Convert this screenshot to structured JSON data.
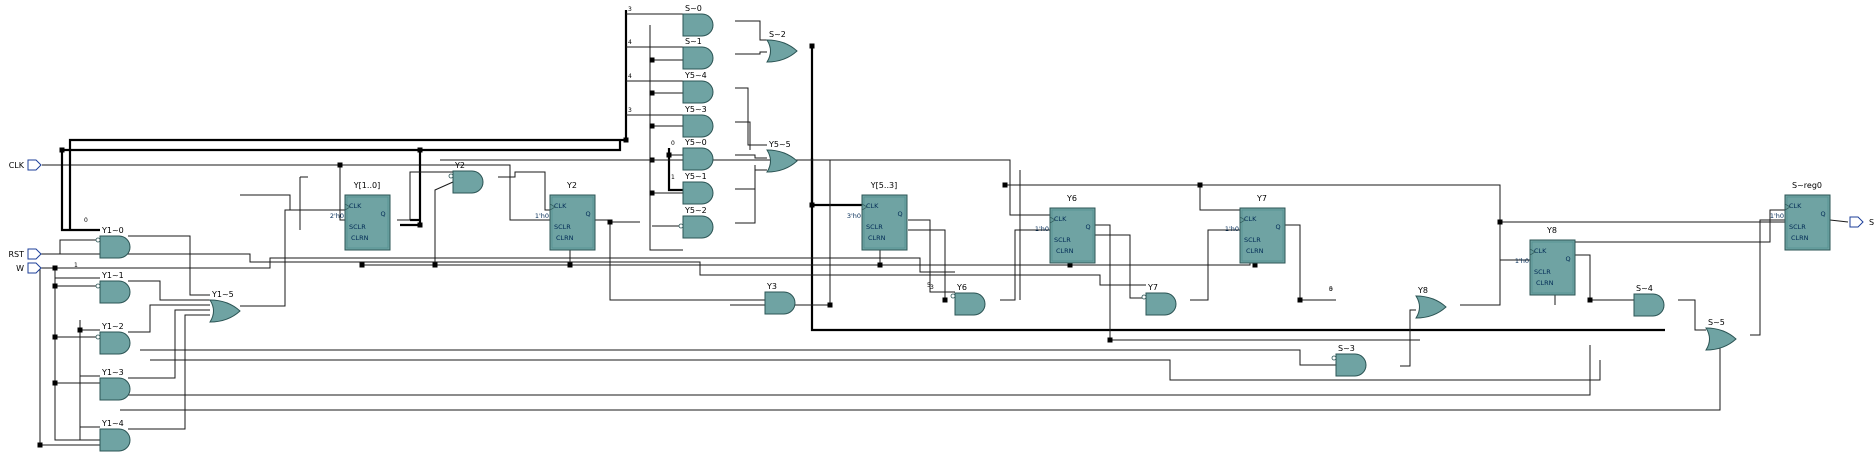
{
  "ports": {
    "inputs": [
      {
        "name": "CLK"
      },
      {
        "name": "RST"
      },
      {
        "name": "W"
      }
    ],
    "outputs": [
      {
        "name": "S"
      }
    ]
  },
  "registers": [
    {
      "name": "Y[1..0]",
      "const": "2'h0",
      "clk": "CLK",
      "clr": "SCLR",
      "clrn": "CLRN",
      "q": "Q"
    },
    {
      "name": "Y2",
      "const": "1'h0",
      "clk": "CLK",
      "clr": "SCLR",
      "clrn": "CLRN",
      "q": "Q"
    },
    {
      "name": "Y[5..3]",
      "const": "3'h0",
      "clk": "CLK",
      "clr": "SCLR",
      "clrn": "CLRN",
      "q": "Q"
    },
    {
      "name": "Y6",
      "const": "1'h0",
      "clk": "CLK",
      "clr": "SCLR",
      "clrn": "CLRN",
      "q": "Q"
    },
    {
      "name": "Y7",
      "const": "1'h0",
      "clk": "CLK",
      "clr": "SCLR",
      "clrn": "CLRN",
      "q": "Q"
    },
    {
      "name": "Y8",
      "const": "1'h0",
      "clk": "CLK",
      "clr": "SCLR",
      "clrn": "CLRN",
      "q": "Q"
    },
    {
      "name": "S~reg0",
      "const": "1'h0",
      "clk": "CLK",
      "clr": "SCLR",
      "clrn": "CLRN",
      "q": "Q"
    }
  ],
  "gates": [
    {
      "name": "Y1~0",
      "type": "and"
    },
    {
      "name": "Y1~1",
      "type": "and"
    },
    {
      "name": "Y1~2",
      "type": "and"
    },
    {
      "name": "Y1~3",
      "type": "and"
    },
    {
      "name": "Y1~4",
      "type": "and"
    },
    {
      "name": "Y1~5",
      "type": "or"
    },
    {
      "name": "Y2",
      "type": "and"
    },
    {
      "name": "S~0",
      "type": "and"
    },
    {
      "name": "S~1",
      "type": "and"
    },
    {
      "name": "S~2",
      "type": "or"
    },
    {
      "name": "Y5~4",
      "type": "and"
    },
    {
      "name": "Y5~3",
      "type": "and"
    },
    {
      "name": "Y5~0",
      "type": "and"
    },
    {
      "name": "Y5~1",
      "type": "and"
    },
    {
      "name": "Y5~2",
      "type": "and"
    },
    {
      "name": "Y5~5",
      "type": "or"
    },
    {
      "name": "Y3",
      "type": "and"
    },
    {
      "name": "Y6",
      "type": "and"
    },
    {
      "name": "Y7",
      "type": "and"
    },
    {
      "name": "Y8",
      "type": "or"
    },
    {
      "name": "S~3",
      "type": "and"
    },
    {
      "name": "S~4",
      "type": "and"
    },
    {
      "name": "S~5",
      "type": "or"
    }
  ],
  "bit_labels": [
    "3",
    "4",
    "4",
    "3",
    "0",
    "1",
    "0",
    "1",
    "5",
    "5",
    "3",
    "0"
  ]
}
